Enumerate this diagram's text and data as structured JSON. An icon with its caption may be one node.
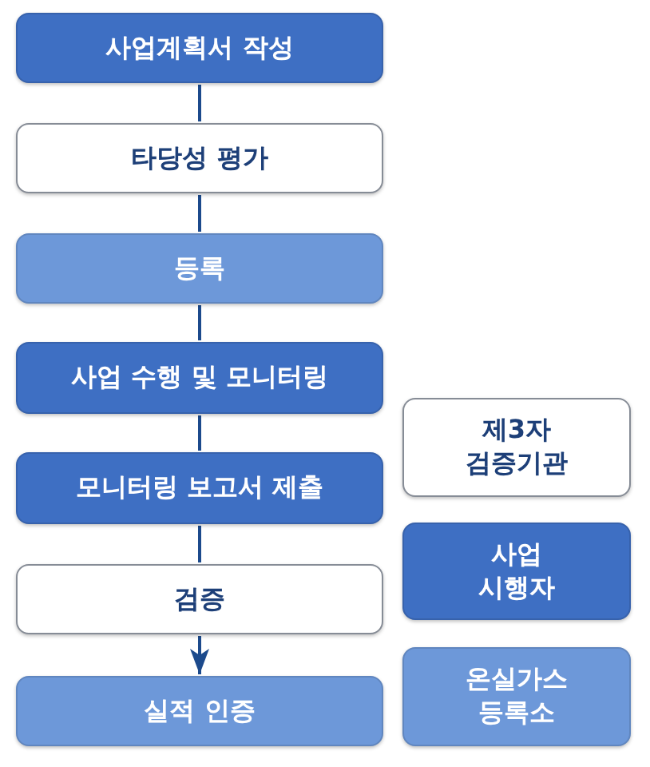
{
  "diagram": {
    "nodes": [
      {
        "text": [
          "사업계획서 작성"
        ]
      },
      {
        "text": [
          "타당성 평가"
        ]
      },
      {
        "text": [
          "등록"
        ]
      },
      {
        "text": [
          "사업 수행 및 모니터링"
        ]
      },
      {
        "text": [
          "모니터링 보고서 제출"
        ]
      },
      {
        "text": [
          "검증"
        ]
      },
      {
        "text": [
          "실적 인증"
        ]
      }
    ],
    "edges": [
      {
        "from": 0,
        "to": 1,
        "arrow": "none"
      },
      {
        "from": 1,
        "to": 2,
        "arrow": "none"
      },
      {
        "from": 2,
        "to": 3,
        "arrow": "none"
      },
      {
        "from": 3,
        "to": 4,
        "arrow": "none"
      },
      {
        "from": 4,
        "to": 5,
        "arrow": "none"
      },
      {
        "from": 5,
        "to": 6,
        "arrow": "to"
      }
    ],
    "legend": [
      {
        "text": "제3자 검증기관",
        "color": "#ffffff"
      },
      {
        "text": "사업 시행자",
        "color": "#3e6fc3"
      },
      {
        "text": "온실가스 등록소",
        "color": "#6d98d9"
      }
    ]
  }
}
